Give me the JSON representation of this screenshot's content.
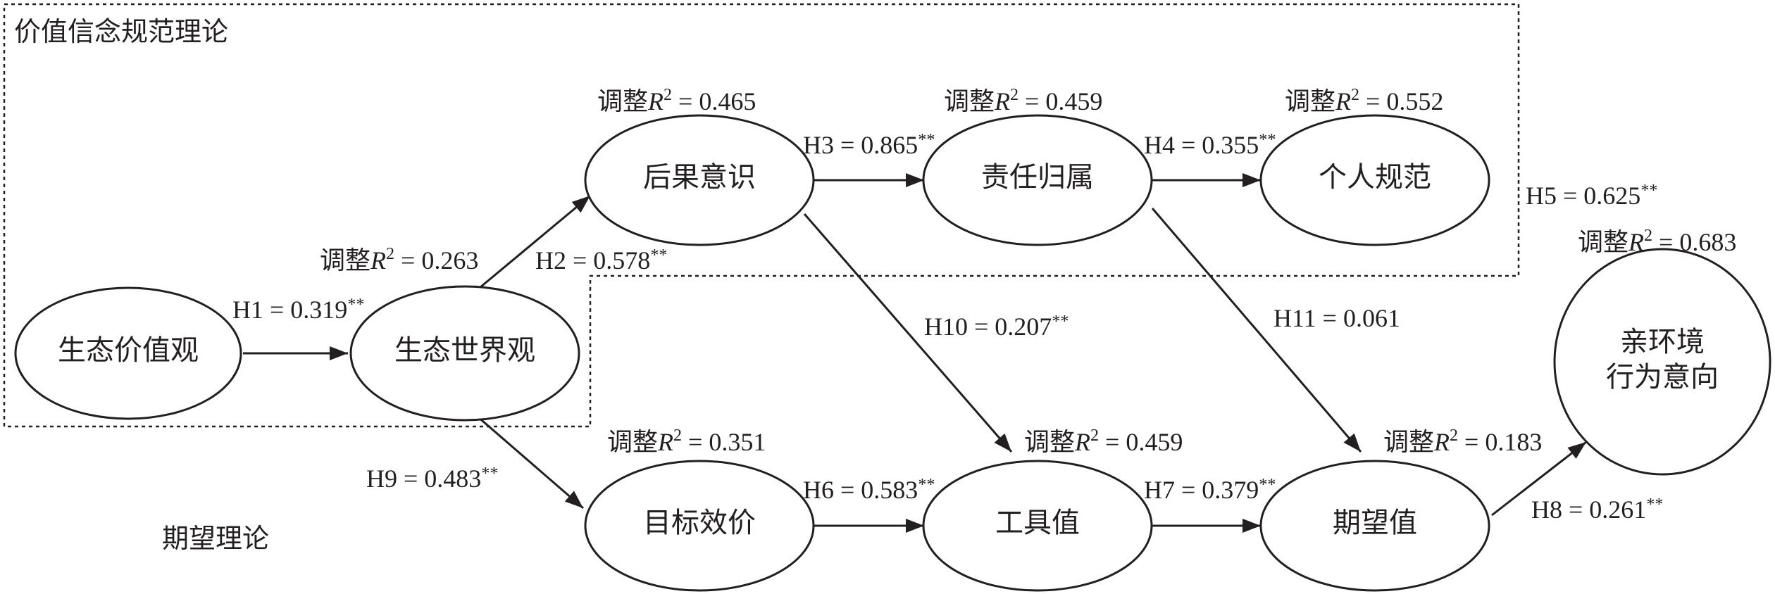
{
  "regions": {
    "vbn": "价值信念规范理论",
    "expectancy": "期望理论"
  },
  "r2_prefix": "调整",
  "r2_symbol": "R",
  "r2_exp": "2",
  "nodes": {
    "eco_values": "生态价值观",
    "eco_worldview": "生态世界观",
    "awareness": "后果意识",
    "responsibility": "责任归属",
    "personal_norm": "个人规范",
    "goal_valence": "目标效价",
    "instrumentality": "工具值",
    "expectancy": "期望值",
    "intention_line1": "亲环境",
    "intention_line2": "行为意向"
  },
  "adjusted_r2": {
    "eco_worldview": "= 0.263",
    "awareness": "= 0.465",
    "responsibility": "= 0.459",
    "personal_norm": "= 0.552",
    "intention": "= 0.683",
    "goal_valence": "= 0.351",
    "instrumentality": "= 0.459",
    "expectancy": "= 0.183"
  },
  "hypotheses": {
    "H1": {
      "text": "H1 = 0.319",
      "sig": "**"
    },
    "H2": {
      "text": "H2 = 0.578",
      "sig": "**"
    },
    "H3": {
      "text": "H3 = 0.865",
      "sig": "**"
    },
    "H4": {
      "text": "H4 = 0.355",
      "sig": "**"
    },
    "H5": {
      "text": "H5 = 0.625",
      "sig": "**"
    },
    "H6": {
      "text": "H6 = 0.583",
      "sig": "**"
    },
    "H7": {
      "text": "H7 = 0.379",
      "sig": "**"
    },
    "H8": {
      "text": "H8 = 0.261",
      "sig": "**"
    },
    "H9": {
      "text": "H9 = 0.483",
      "sig": "**"
    },
    "H10": {
      "text": "H10 = 0.207",
      "sig": "**"
    },
    "H11": {
      "text": "H11 = 0.061",
      "sig": ""
    }
  }
}
